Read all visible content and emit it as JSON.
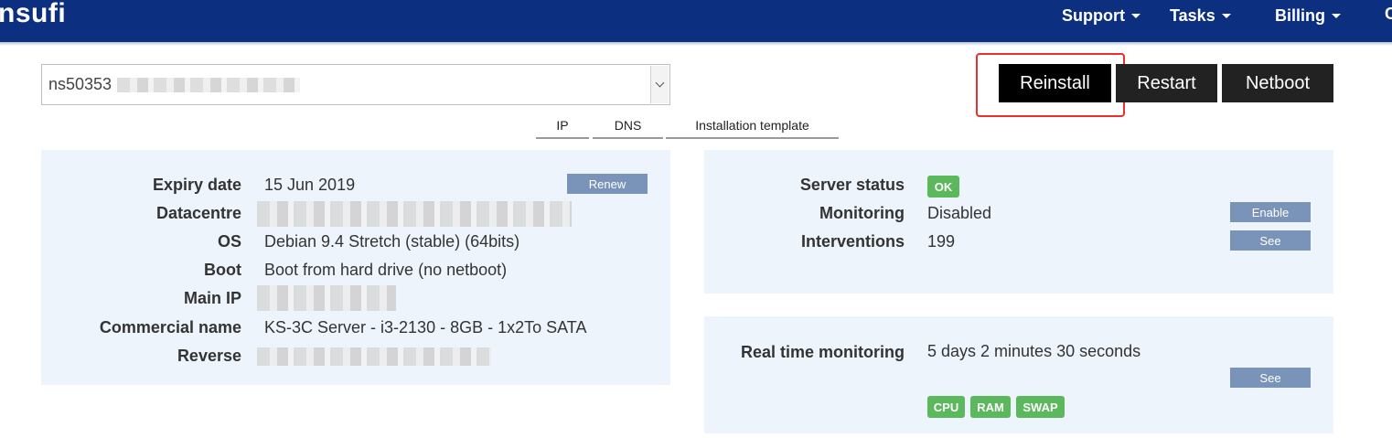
{
  "header": {
    "logo": "nsufi",
    "nav": [
      {
        "label": "Support"
      },
      {
        "label": "Tasks"
      },
      {
        "label": "Billing"
      }
    ],
    "nav_cut": "C"
  },
  "server_select": {
    "value": "ns50353"
  },
  "actions": {
    "reinstall": "Reinstall",
    "restart": "Restart",
    "netboot": "Netboot"
  },
  "tabs": [
    {
      "label": "IP"
    },
    {
      "label": "DNS"
    },
    {
      "label": "Installation template"
    }
  ],
  "info": {
    "expiry_label": "Expiry date",
    "expiry_value": "15 Jun 2019",
    "renew_button": "Renew",
    "datacentre_label": "Datacentre",
    "os_label": "OS",
    "os_value": "Debian 9.4 Stretch (stable) (64bits)",
    "boot_label": "Boot",
    "boot_value": "Boot from hard drive (no netboot)",
    "main_ip_label": "Main IP",
    "commercial_label": "Commercial name",
    "commercial_value": "KS-3C Server - i3-2130 - 8GB - 1x2To SATA",
    "reverse_label": "Reverse"
  },
  "status": {
    "server_status_label": "Server status",
    "server_status_badge": "OK",
    "monitoring_label": "Monitoring",
    "monitoring_value": "Disabled",
    "enable_button": "Enable",
    "interventions_label": "Interventions",
    "interventions_value": "199",
    "see_button": "See"
  },
  "realtime": {
    "label": "Real time monitoring",
    "value": "5 days 2 minutes 30 seconds",
    "see_button": "See",
    "badges": [
      "CPU",
      "RAM",
      "SWAP"
    ]
  },
  "colors": {
    "topbar": "#0c2f80",
    "panel": "#eef4fc",
    "small_button": "#7a93b8",
    "badge": "#5cb85c",
    "highlight": "#e8312f"
  }
}
